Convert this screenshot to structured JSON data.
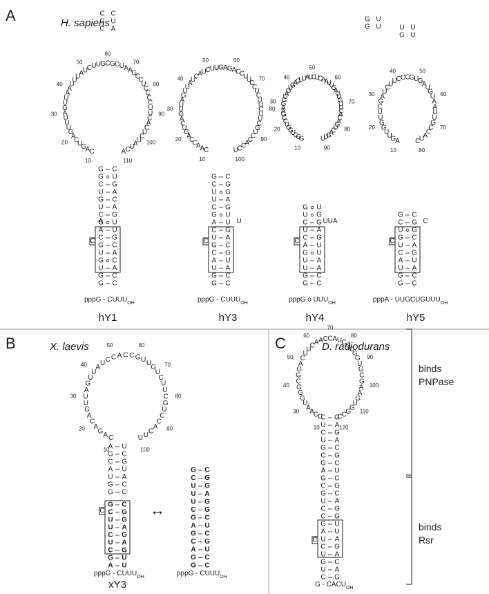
{
  "panels": {
    "A": {
      "letter": "A",
      "species": "H. sapiens",
      "rnas": [
        {
          "name": "hY1",
          "stem": [
            [
              "G",
              "C"
            ],
            [
              "G",
              "C"
            ],
            [
              "U",
              "A"
            ],
            [
              "G",
              "C"
            ],
            [
              "U",
              "A"
            ],
            [
              "G",
              "C"
            ],
            [
              "C",
              "G"
            ],
            [
              "A",
              "U"
            ],
            [
              "G",
              "U"
            ],
            [
              "C",
              "G"
            ],
            [
              "U",
              "A"
            ],
            [
              "G",
              "C"
            ],
            [
              "U",
              "A"
            ],
            [
              "C",
              "G"
            ],
            [
              "G",
              "U"
            ],
            [
              "G",
              "C"
            ]
          ],
          "pairs": [
            "-",
            "-",
            "-",
            "o",
            "-",
            "-",
            "-",
            "-",
            "o",
            "-",
            "-",
            "-",
            "-",
            "-",
            "o",
            "-"
          ],
          "loop": "CAGUCAGUUUAGUUAAUUUAUCUUGCGCUAAGCCUCCCCUUCACUCUAUCA",
          "hairpin": "CCCUCA",
          "numbers": [
            "10",
            "20",
            "30",
            "40",
            "50",
            "60",
            "70",
            "80",
            "90",
            "100",
            "110"
          ],
          "bulge": "A",
          "tail": "pppG - CUUU",
          "tail_sub": "OH"
        },
        {
          "name": "hY3",
          "stem": [
            [
              "G",
              "C"
            ],
            [
              "G",
              "C"
            ],
            [
              "U",
              "A"
            ],
            [
              "A",
              "U"
            ],
            [
              "C",
              "G"
            ],
            [
              "G",
              "C"
            ],
            [
              "U",
              "A"
            ],
            [
              "C",
              "G"
            ],
            [
              "A",
              "U"
            ],
            [
              "G",
              "U"
            ],
            [
              "C",
              "G"
            ],
            [
              "U",
              "A"
            ],
            [
              "U",
              "G"
            ],
            [
              "C",
              "G"
            ],
            [
              "G",
              "C"
            ]
          ],
          "pairs": [
            "-",
            "-",
            "-",
            "-",
            "-",
            "-",
            "-",
            "-",
            "-",
            "o",
            "-",
            "-",
            "o",
            "-",
            "-"
          ],
          "loop": "CAACCAGUCAGUUAGUUAUCAUCUUGAGACCUUCCUCUUCUUCGUCCACCU",
          "hairpin": "",
          "numbers": [
            "10",
            "20",
            "30",
            "40",
            "50",
            "60",
            "70",
            "80",
            "90",
            "100"
          ],
          "bulge": "U",
          "tail": "pppG - CUUU",
          "tail_sub": "OH"
        },
        {
          "name": "hY4",
          "stem": [
            [
              "G",
              "C"
            ],
            [
              "G",
              "C"
            ],
            [
              "U",
              "A"
            ],
            [
              "U",
              "A"
            ],
            [
              "G",
              "U"
            ],
            [
              "A",
              "U"
            ],
            [
              "C",
              "G"
            ],
            [
              "U",
              "A"
            ],
            [
              "C",
              "G"
            ],
            [
              "U",
              "G"
            ],
            [
              "G",
              "U"
            ]
          ],
          "pairs": [
            "-",
            "-",
            "-",
            "-",
            "o",
            "-",
            "-",
            "-",
            "-",
            "o",
            "o"
          ],
          "loop": "GGCUGGUCCGAAGGUAGUGAGUUAUCUCAAUUGAUUGUUCACAGUCAGUU",
          "hairpin": "GUGU",
          "numbers": [
            "10",
            "20",
            "30",
            "40",
            "50",
            "60",
            "70",
            "80",
            "90"
          ],
          "bulge": "UUA",
          "tail": "pppG o UUU",
          "tail_sub": "OH"
        },
        {
          "name": "hY5",
          "stem": [
            [
              "G",
              "C"
            ],
            [
              "G",
              "C"
            ],
            [
              "U",
              "A"
            ],
            [
              "A",
              "U"
            ],
            [
              "C",
              "G"
            ],
            [
              "U",
              "A"
            ],
            [
              "G",
              "C"
            ],
            [
              "U",
              "G"
            ],
            [
              "C",
              "G"
            ],
            [
              "G",
              "C"
            ]
          ],
          "pairs": [
            "-",
            "-",
            "-",
            "-",
            "-",
            "-",
            "-",
            "o",
            "-",
            "-"
          ],
          "loop": "AGUUGGUUCGAUCUUCCCGUGAUGUAAUUGCCAUC",
          "hairpin": "UUGU",
          "numbers": [
            "10",
            "20",
            "30",
            "40",
            "50",
            "60",
            "70",
            "80"
          ],
          "bulge": "C",
          "tail": "pppA - UUGCUGUUU",
          "tail_sub": "OH"
        }
      ]
    },
    "B": {
      "letter": "B",
      "species": "X. laevis",
      "rna_name": "xY3",
      "stem": [
        [
          "G",
          "C"
        ],
        [
          "G",
          "C"
        ],
        [
          "U",
          "A"
        ],
        [
          "A",
          "U"
        ],
        [
          "C",
          "G"
        ],
        [
          "G",
          "C"
        ],
        [
          "A",
          "U"
        ]
      ],
      "boxed": [
        [
          "A",
          "U"
        ],
        [
          "G",
          "U"
        ],
        [
          "C",
          "G"
        ],
        [
          "U",
          "A"
        ],
        [
          "C",
          "G"
        ],
        [
          "U",
          "A"
        ],
        [
          "U",
          "G"
        ],
        [
          "C",
          "G"
        ],
        [
          "G",
          "C"
        ]
      ],
      "alt": [
        [
          "G",
          "C"
        ],
        [
          "G",
          "C"
        ],
        [
          "A",
          "U"
        ],
        [
          "C",
          "G"
        ],
        [
          "G",
          "C"
        ],
        [
          "A",
          "U"
        ],
        [
          "G",
          "C"
        ],
        [
          "C",
          "G"
        ],
        [
          "U",
          "G"
        ],
        [
          "U",
          "A"
        ],
        [
          "U",
          "G"
        ],
        [
          "C",
          "G"
        ],
        [
          "G",
          "C"
        ]
      ],
      "loop": "CAGACAGUUAGUUAUCCACCGUUGUCUUCGUCCACUU",
      "numbers": [
        "10",
        "20",
        "30",
        "40",
        "50",
        "60",
        "70",
        "80",
        "90",
        "100"
      ],
      "tail": "pppG - CUUU",
      "tail_sub": "OH",
      "arrow": "↔"
    },
    "C": {
      "letter": "C",
      "species": "D. radiodurans",
      "stem": [
        [
          "C",
          "G"
        ],
        [
          "U",
          "A"
        ],
        [
          "G",
          "C"
        ],
        [
          "U",
          "A"
        ],
        [
          "C",
          "G"
        ],
        [
          "U",
          "A"
        ],
        [
          "A",
          "U"
        ],
        [
          "G",
          "U"
        ],
        [
          "C",
          "G"
        ],
        [
          "C",
          "G"
        ],
        [
          "U",
          "A"
        ],
        [
          "G",
          "C"
        ],
        [
          "C",
          "G"
        ],
        [
          "G",
          "C"
        ],
        [
          "A",
          "U"
        ],
        [
          "G",
          "C"
        ],
        [
          "C",
          "G"
        ],
        [
          "G",
          "C"
        ],
        [
          "U",
          "A"
        ],
        [
          "C",
          "G"
        ],
        [
          "U",
          "A"
        ],
        [
          "C",
          "G"
        ]
      ],
      "loop": "CCAAUGGGCGGACUUCAACCAUCGCGGUGCGAAGUGGCC",
      "numbers": [
        "10",
        "30",
        "40",
        "50",
        "60",
        "70",
        "80",
        "90",
        "100",
        "110",
        "120"
      ],
      "tail": "G - CACU",
      "tail_sub": "OH",
      "annotations": [
        {
          "lines": [
            "binds",
            "PNPase"
          ]
        },
        {
          "lines": [
            "binds",
            "Rsr"
          ]
        }
      ]
    }
  }
}
